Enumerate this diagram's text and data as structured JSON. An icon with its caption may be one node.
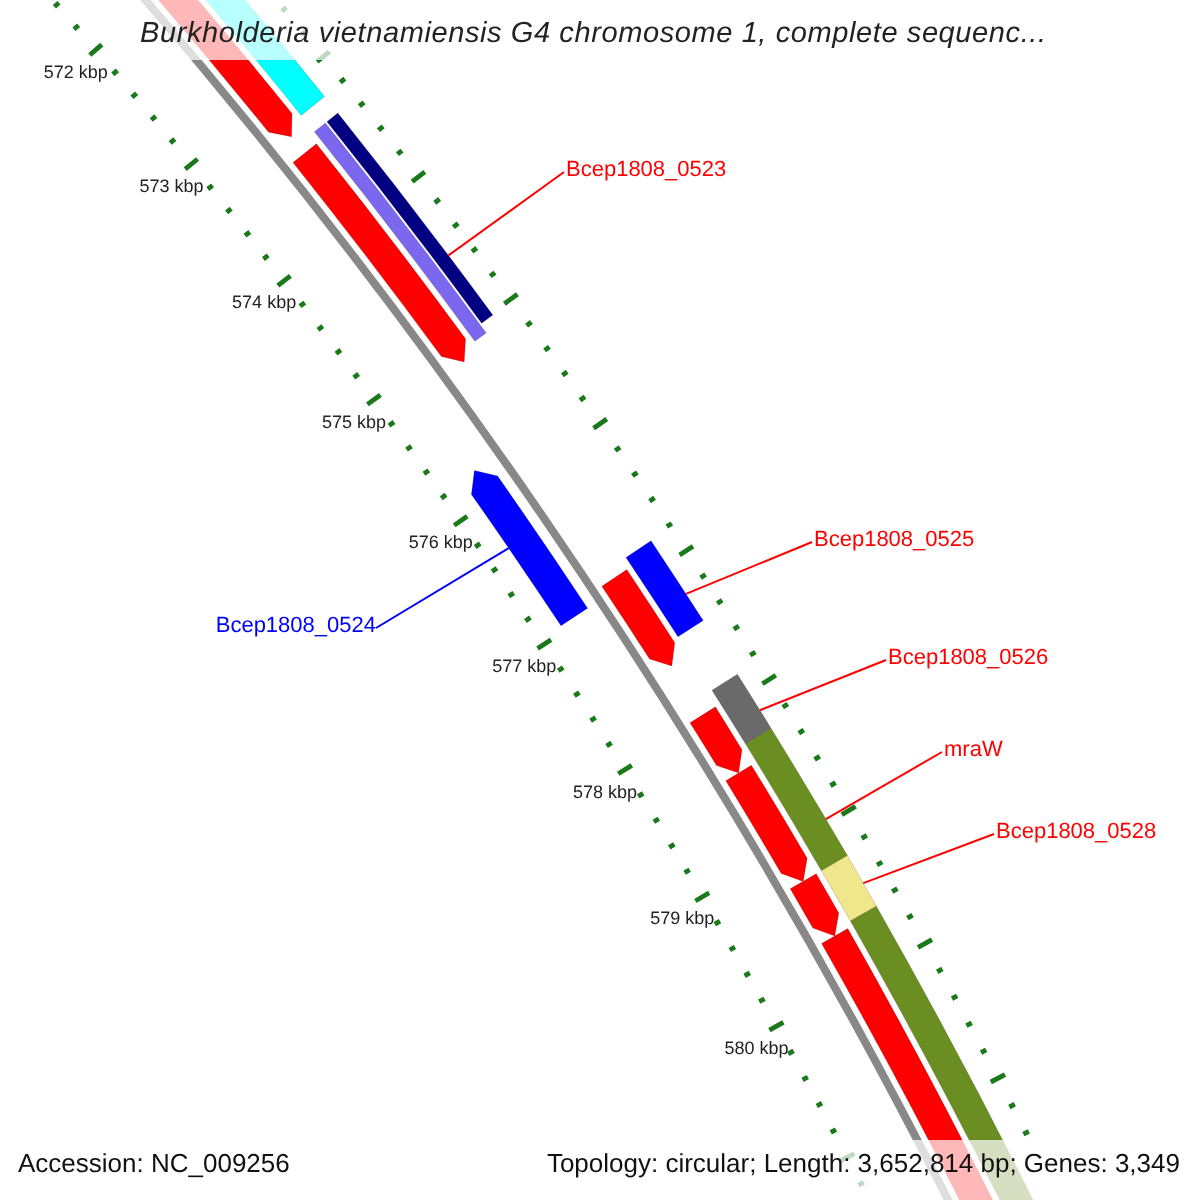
{
  "diagram": {
    "title": "Burkholderia vietnamiensis G4 chromosome 1, complete sequenc...",
    "nodes": [
      {
        "text": [
          "Bcep1808_0523"
        ]
      },
      {
        "text": [],
        "shape": "bar"
      },
      {
        "text": [
          "Bcep1808_0525"
        ]
      },
      {
        "text": [],
        "shape": "bar"
      },
      {
        "text": [
          "Bcep1808_0524"
        ]
      },
      {
        "text": [],
        "shape": "bar"
      },
      {
        "text": [
          "Bcep1808_0526"
        ]
      },
      {
        "text": [],
        "shape": "bar"
      },
      {
        "text": [
          "mraW"
        ]
      },
      {
        "text": [],
        "shape": "bar"
      },
      {
        "text": [
          "Bcep1808_0528"
        ]
      },
      {
        "text": [],
        "shape": "bar"
      },
      {
        "text": [],
        "shape": "bar"
      },
      {
        "text": [],
        "shape": "bar"
      },
      {
        "text": [],
        "shape": "bar"
      },
      {
        "text": [],
        "shape": "bar"
      },
      {
        "text": [],
        "shape": "bar"
      },
      {
        "text": [],
        "shape": "bar"
      },
      {
        "text": [],
        "shape": "bar"
      },
      {
        "text": [],
        "shape": "bar"
      },
      {
        "text": [],
        "shape": "bar"
      },
      {
        "text": [],
        "shape": "bar"
      }
    ],
    "edges": [
      {
        "from": 0,
        "to": 1,
        "arrow": "none"
      },
      {
        "from": 2,
        "to": 3,
        "arrow": "none"
      },
      {
        "from": 4,
        "to": 5,
        "arrow": "none",
        "color": "#0000ff"
      },
      {
        "from": 6,
        "to": 7,
        "arrow": "none"
      },
      {
        "from": 8,
        "to": 9,
        "arrow": "none"
      },
      {
        "from": 10,
        "to": 11,
        "arrow": "none"
      }
    ],
    "labels": [
      "572 kbp",
      "573 kbp",
      "574 kbp",
      "575 kbp",
      "576 kbp",
      "577 kbp",
      "578 kbp",
      "579 kbp",
      "580 kbp",
      "Accession: NC_009256",
      "Topology: circular; Length: 3,652,814 bp; Genes: 3,349"
    ]
  }
}
